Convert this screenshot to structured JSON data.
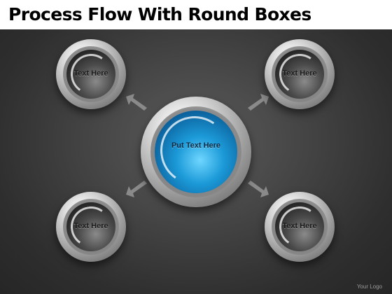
{
  "title": "Process Flow With Round Boxes",
  "center_node": {
    "label": "Put Text Here"
  },
  "outer_nodes": [
    {
      "label": "Text Here"
    },
    {
      "label": "Text Here"
    },
    {
      "label": "Text Here"
    },
    {
      "label": "Text Here"
    }
  ],
  "logo_text": "Your Logo",
  "colors": {
    "background": "#3a3a3a",
    "center_accent": "#1c9ad8",
    "ring": "#c8c8c8",
    "arrow": "#8a8a8a"
  }
}
